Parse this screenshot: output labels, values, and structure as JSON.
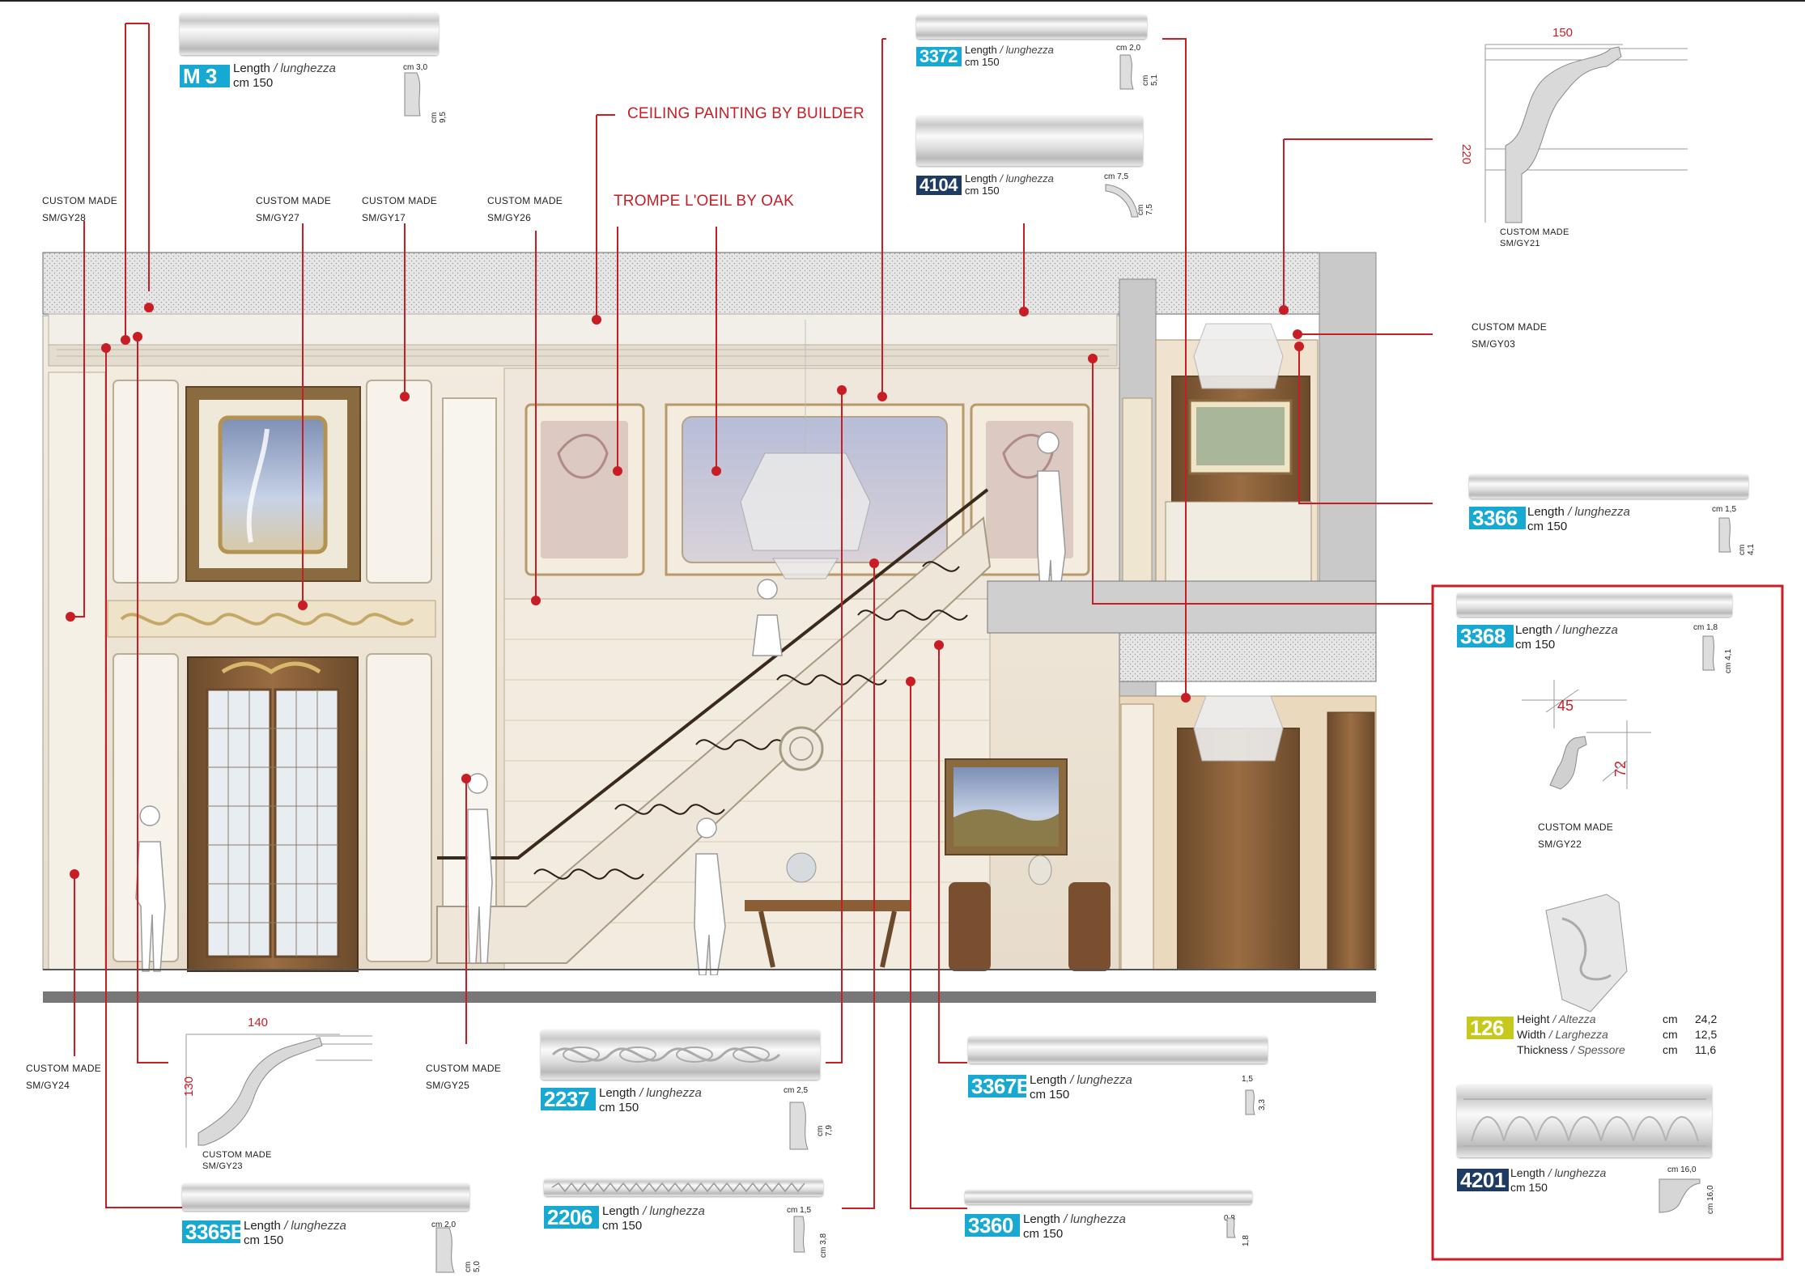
{
  "callouts": {
    "ceiling_painting": "CEILING PAINTING BY BUILDER",
    "trompe_loeil": "TROMPE  L'OEIL BY OAK"
  },
  "custom_labels": [
    {
      "line1": "CUSTOM MADE",
      "line2": "SM/GY28"
    },
    {
      "line1": "CUSTOM MADE",
      "line2": "SM/GY27"
    },
    {
      "line1": "CUSTOM MADE",
      "line2": "SM/GY17"
    },
    {
      "line1": "CUSTOM MADE",
      "line2": "SM/GY26"
    },
    {
      "line1": "CUSTOM MADE",
      "line2": "SM/GY03"
    },
    {
      "line1": "CUSTOM MADE",
      "line2": "SM/GY24"
    },
    {
      "line1": "CUSTOM MADE",
      "line2": "SM/GY25"
    },
    {
      "line1": "CUSTOM MADE",
      "line2": "SM/GY21"
    },
    {
      "line1": "CUSTOM MADE",
      "line2": "SM/GY23"
    },
    {
      "line1": "CUSTOM MADE",
      "line2": "SM/GY22"
    }
  ],
  "length_label": "Length",
  "length_italic": "/ lunghezza",
  "products": [
    {
      "code": "M 3",
      "length": "cm 150",
      "dim_w": "cm 3,0",
      "dim_h": "cm 9,5",
      "badge_color": "#17a9d1"
    },
    {
      "code": "3372",
      "length": "cm 150",
      "dim_w": "cm 2,0",
      "dim_h": "cm 5,1",
      "badge_color": "#17a9d1"
    },
    {
      "code": "4104",
      "length": "cm 150",
      "dim_w": "cm 7,5",
      "dim_h": "cm 7,5",
      "badge_color": "#1d3b63"
    },
    {
      "code": "3366",
      "length": "cm 150",
      "dim_w": "cm 1,5",
      "dim_h": "cm 4,1",
      "badge_color": "#17a9d1"
    },
    {
      "code": "3368",
      "length": "cm 150",
      "dim_w": "cm 1,8",
      "dim_h": "cm 4,1",
      "badge_color": "#17a9d1"
    },
    {
      "code": "2237",
      "length": "cm 150",
      "dim_w": "cm 2,5",
      "dim_h": "cm 7,9",
      "badge_color": "#17a9d1"
    },
    {
      "code": "3367B",
      "length": "cm 150",
      "dim_w": "1,5",
      "dim_h": "3,3",
      "badge_color": "#17a9d1"
    },
    {
      "code": "2206",
      "length": "cm 150",
      "dim_w": "cm 1,5",
      "dim_h": "cm 3,8",
      "badge_color": "#17a9d1"
    },
    {
      "code": "3365B",
      "length": "cm 150",
      "dim_w": "cm 2,0",
      "dim_h": "cm 5,0",
      "badge_color": "#17a9d1"
    },
    {
      "code": "3360",
      "length": "cm 150",
      "dim_w": "0,8",
      "dim_h": "1,8",
      "badge_color": "#17a9d1"
    },
    {
      "code": "4201",
      "length": "cm 150",
      "dim_w": "cm 16,0",
      "dim_h": "cm 16,0",
      "badge_color": "#1d3b63"
    }
  ],
  "corbel": {
    "code": "126",
    "rows": [
      {
        "label": "Height",
        "italic": "/ Altezza",
        "unit": "cm",
        "value": "24,2"
      },
      {
        "label": "Width",
        "italic": "/ Larghezza",
        "unit": "cm",
        "value": "12,5"
      },
      {
        "label": "Thickness",
        "italic": "/ Spessore",
        "unit": "cm",
        "value": "11,6"
      }
    ]
  },
  "profile_dims": {
    "gy21_width": "150",
    "gy21_height": "220",
    "gy23_width": "140",
    "gy23_height": "130",
    "gy22_angle_a": "45",
    "gy22_angle_b": "72"
  },
  "colors": {
    "callout_red": "#c81d25",
    "badge_cyan": "#17a9d1",
    "badge_navy": "#1d3b63",
    "badge_yellow": "#c7c81c"
  }
}
